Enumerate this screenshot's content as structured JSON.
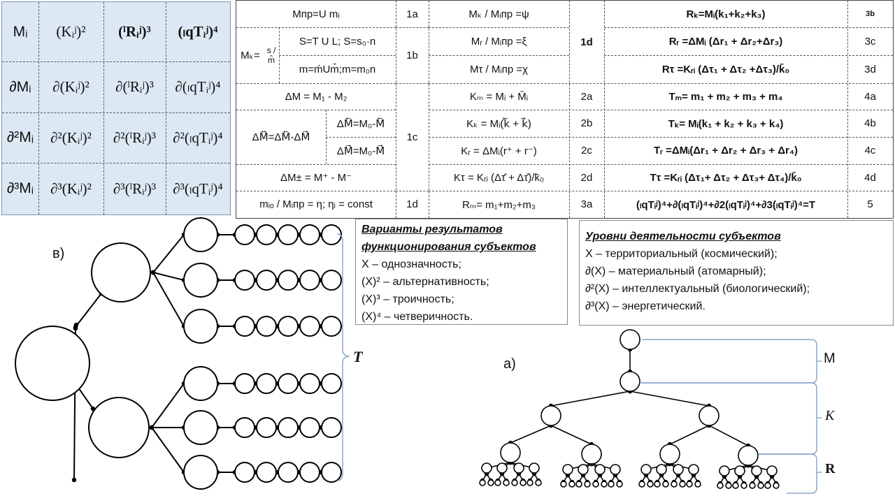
{
  "matrix": {
    "rows": [
      [
        "Mᵢ",
        "(Kᵢʲ)²",
        "(ˡRᵢʲ)³",
        "(ₗqTᵢʲ)⁴"
      ],
      [
        "∂Mᵢ",
        "∂(Kᵢʲ)²",
        "∂(ˡRᵢʲ)³",
        "∂(ₗqTᵢʲ)⁴"
      ],
      [
        "∂²Mᵢ",
        "∂²(Kᵢʲ)²",
        "∂²(ˡRᵢʲ)³",
        "∂²(ₗqTᵢʲ)⁴"
      ],
      [
        "∂³Mᵢ",
        "∂³(Kᵢʲ)²",
        "∂³(ˡRᵢʲ)³",
        "∂³(ₗqTᵢʲ)⁴"
      ]
    ]
  },
  "formulas": {
    "c1": {
      "r1": "Mпр=U mᵢ",
      "mk_label": "Mₖ=",
      "mk_frac": "s / m̂",
      "r2a": "S=T U L; S=s₀·n",
      "r2b": "m=ḿUm̆;m=m₀n",
      "r4": "ΔM = M₁ - M₂",
      "r5_left": "ΔM⃡=ΔM⃖-ΔM⃗",
      "r5a": "ΔM⃖=M₀-M⃖",
      "r5b": "ΔM⃗=M₀-M⃗",
      "r7": "ΔM± = M⁺ - M⁻",
      "r8": "mᵢₒ / Mᵢпр = η; ηᵢ = const"
    },
    "c2": {
      "r1": "1a",
      "r23": "1b",
      "r47": "1c",
      "r8": "1d"
    },
    "c3": {
      "r1": "Mₖ / Mᵢпр =ψ",
      "r2": "Mᵣ / Mᵢпр =ξ",
      "r3": "Mτ / Mᵢпр =χ",
      "r4": "Kₘ = Mᵢ + M̄ᵢ",
      "r5": "Kₖ = Mᵢ(k⃖ + k⃗)",
      "r6": "Kᵣ = ΔMᵢ(r⁺ + r⁻)",
      "r7": "Kτ = Kᵣᵢ (Δτ̂ + Δτ̆)/k̄₀",
      "r8": "Rₘ= m₁+m₂+m₃"
    },
    "c4": {
      "r13": "1d",
      "r4": "2a",
      "r5": "2b",
      "r6": "2c",
      "r7": "2d",
      "r8": "3a"
    },
    "c5": {
      "r1": "Rₖ=Mᵢ(k₁+k₂+k₃)",
      "r2": "Rᵣ =ΔMᵢ (Δr₁ + Δr₂+Δr₃)",
      "r3": "Rτ =Kᵣᵢ (Δτ₁ + Δτ₂ +Δτ₃)/k̄₀",
      "r4": "Tₘ= m₁ + m₂ + m₃ + m₄",
      "r5": "Tₖ= Mᵢ(k₁ + k₂ + k₃ + k₄)",
      "r6": "Tᵣ =ΔMᵢ(Δr₁ + Δr₂ + Δr₃ + Δr₄)",
      "r7": "Tτ =Kᵣᵢ (Δτ₁+ Δτ₂ + Δτ₃+ Δτ₄)/k̄₀",
      "r8": "(ₗqTᵢʲ)⁴+∂(ₗqTᵢʲ)⁴+∂2(ₗqTᵢʲ)⁴+∂3(ₗqTᵢʲ)⁴=T"
    },
    "c6": {
      "r1": "3b",
      "r2": "3c",
      "r3": "3d",
      "r4": "4a",
      "r5": "4b",
      "r6": "4c",
      "r7": "4d",
      "r8": "5"
    }
  },
  "legend_variants": {
    "title_line1": "Варианты результатов",
    "title_line2": "функционирования субъектов",
    "items": [
      "X – однозначность;",
      "(X)² – альтернативность;",
      "(X)³ – троичность;",
      "(X)⁴ – четверичность."
    ]
  },
  "legend_levels": {
    "title": "Уровни деятельности субъектов",
    "items": [
      "X – территориальный (космический);",
      "∂(X) – материальный (атомарный);",
      "∂²(X) – интеллектуальный (биологический);",
      "∂³(X) – энергетический."
    ]
  },
  "diagram_b": {
    "label": "в)",
    "bracket_label": "T"
  },
  "diagram_a": {
    "label": "а)",
    "labels": [
      "M",
      "K",
      "R"
    ]
  }
}
